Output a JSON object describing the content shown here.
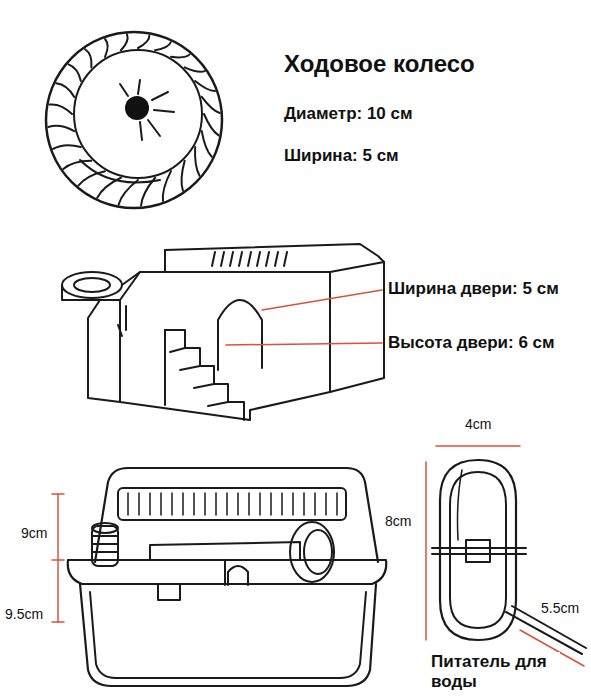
{
  "diagram": {
    "labels": [
      "Ходовое колесо",
      "Диаметр: 10 см",
      "Ширина: 5 см",
      "Ширина двери: 5 см",
      "Высота двери: 6 см",
      "9cm",
      "9.5cm",
      "4cm",
      "8cm",
      "5.5cm",
      "Питатель для воды"
    ]
  }
}
